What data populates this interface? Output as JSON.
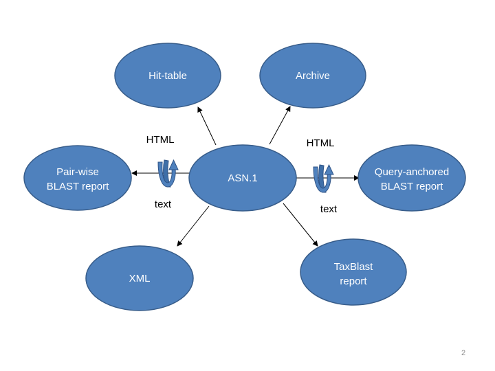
{
  "slide": {
    "page_number": "2"
  },
  "nodes": {
    "center": "ASN.1",
    "hit_table": "Hit-table",
    "archive": "Archive",
    "pairwise": [
      "Pair-wise",
      "BLAST report"
    ],
    "query_anchored": [
      "Query-anchored",
      "BLAST report"
    ],
    "xml": "XML",
    "taxblast": [
      "TaxBlast",
      "report"
    ]
  },
  "conversions": {
    "left": {
      "top_label": "HTML",
      "bottom_label": "text"
    },
    "right": {
      "top_label": "HTML",
      "bottom_label": "text"
    }
  },
  "colors": {
    "node_fill": "#4f81bd",
    "node_stroke": "#385d8a",
    "node_text": "#ffffff",
    "arrow": "#000000"
  }
}
